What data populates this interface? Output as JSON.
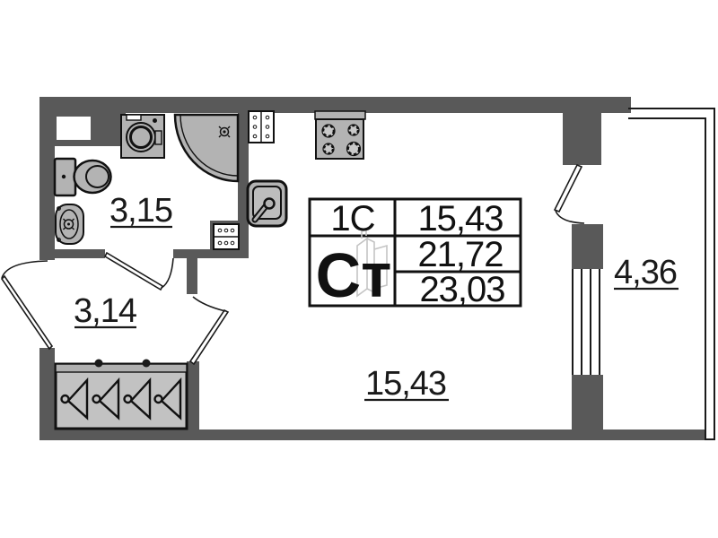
{
  "unit_info_table": {
    "unit_type": "1С",
    "studio_label": "Ст",
    "living_area": "15,43",
    "area_without_balcony": "21,72",
    "total_area": "23,03"
  },
  "room_areas": {
    "bathroom": "3,15",
    "hallway": "3,14",
    "living_room": "15,43",
    "balcony": "4,36"
  },
  "colors": {
    "wall_fill": "#595959",
    "fixture_fill": "#b3b3b3",
    "wardrobe_fill": "#c2c2c2",
    "line": "#1a1a1a",
    "ghost_building": "#c4c4c4",
    "background": "#ffffff"
  },
  "icons": {
    "washing-machine-icon": "square with porthole circle",
    "shower-icon": "quarter-circle tray with drain",
    "toilet-icon": "cistern with oval bowl",
    "washbasin-icon": "oval basin with faucet cross",
    "kitchen-sink-icon": "rounded square with faucet lever",
    "stove-icon": "square with four gear burners",
    "wardrobe-icon": "box with four hangers",
    "vent-shaft-icon": "grid of small circles",
    "door-icon": "door leaf with swing arc",
    "window-icon": "parallel glazing lines",
    "building-icon": "ghost high-rise outline behind studio label"
  }
}
